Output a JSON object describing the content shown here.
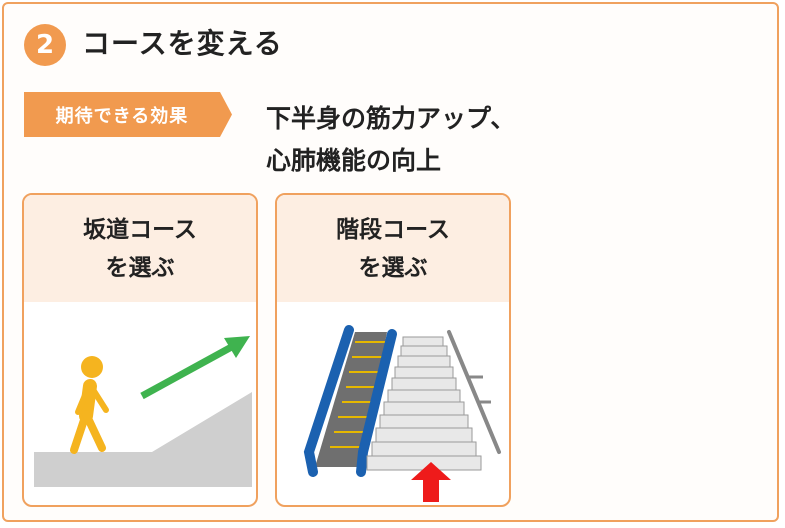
{
  "step_number": "2",
  "title": "コースを変える",
  "effect_tag": "期待できる効果",
  "effect_lines": [
    "下半身の筋力アップ、",
    "心肺機能の向上"
  ],
  "cards": [
    {
      "line1": "坂道コース",
      "line2": "を選ぶ",
      "illustration": "person-walking-slope-icon"
    },
    {
      "line1": "階段コース",
      "line2": "を選ぶ",
      "illustration": "escalator-and-stairs-icon"
    }
  ],
  "colors": {
    "accent": "#f19a4f",
    "card_header": "#fdeee2",
    "arrow_green": "#3fb34f",
    "arrow_red": "#ee1b1b",
    "escalator_blue": "#1b61b0"
  }
}
